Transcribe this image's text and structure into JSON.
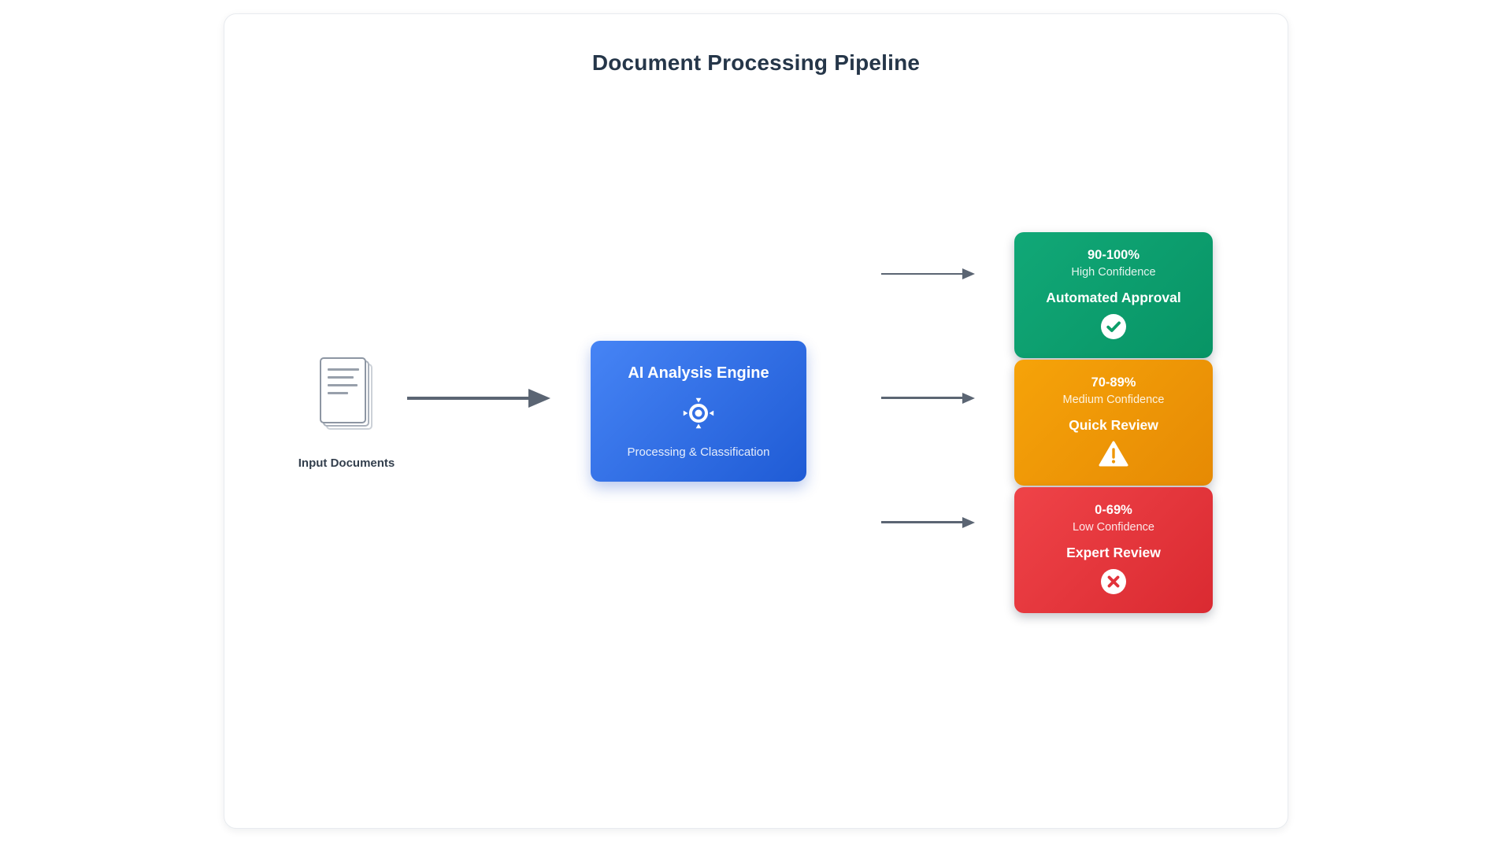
{
  "title": "Document Processing Pipeline",
  "input": {
    "label": "Input Documents",
    "icon": "document-stack-icon"
  },
  "engine": {
    "title": "AI Analysis Engine",
    "subtitle": "Processing & Classification",
    "icon": "target-focus-icon",
    "gradient_start": "#4684f5",
    "gradient_end": "#1f5bd5"
  },
  "outcomes": [
    {
      "range": "90-100%",
      "confidence": "High Confidence",
      "action": "Automated Approval",
      "icon": "check-circle-icon",
      "gradient_start": "#11a877",
      "gradient_end": "#089465",
      "icon_glyph_color": "#0b9e68"
    },
    {
      "range": "70-89%",
      "confidence": "Medium Confidence",
      "action": "Quick Review",
      "icon": "warning-triangle-icon",
      "gradient_start": "#f6a309",
      "gradient_end": "#e68a04",
      "icon_glyph_color": "#ef9607"
    },
    {
      "range": "0-69%",
      "confidence": "Low Confidence",
      "action": "Expert Review",
      "icon": "x-circle-icon",
      "gradient_start": "#ef4348",
      "gradient_end": "#da2a31",
      "icon_glyph_color": "#e2333b"
    }
  ],
  "colors": {
    "arrow": "#5b6573",
    "title_text": "#253649",
    "card_background": "#ffffff",
    "card_border": "#e8ebef"
  }
}
